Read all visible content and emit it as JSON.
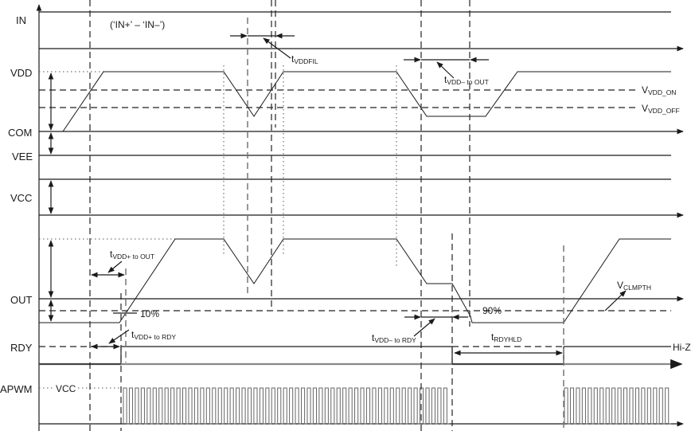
{
  "diagram": {
    "title": "Power supply / output timing diagram",
    "signal_labels": {
      "in": "IN",
      "vdd": "VDD",
      "com": "COM",
      "vee": "VEE",
      "vcc": "VCC",
      "out": "OUT",
      "rdy": "RDY",
      "apwm": "APWM"
    },
    "annotations": {
      "in_note": "(‘IN+’ – ‘IN–’)",
      "t_vddfil": {
        "main": "t",
        "sub": "VDDFIL"
      },
      "t_vdd_minus_to_out": {
        "main": "t",
        "sub": "VDD– to OUT"
      },
      "v_vdd_on": {
        "main": "V",
        "sub": "VDD_ON"
      },
      "v_vdd_off": {
        "main": "V",
        "sub": "VDD_OFF"
      },
      "t_vdd_plus_to_out": {
        "main": "t",
        "sub": "VDD+ to OUT"
      },
      "pct_10": "10%",
      "t_vdd_plus_to_rdy": {
        "main": "t",
        "sub": "VDD+ to RDY"
      },
      "t_vdd_minus_to_rdy": {
        "main": "t",
        "sub": "VDD– to RDY"
      },
      "pct_90": "90%",
      "t_rdyhld": {
        "main": "t",
        "sub": "RDYHLD"
      },
      "v_clmpth": {
        "main": "V",
        "sub": "CLMPTH"
      },
      "hi_z": "Hi-Z",
      "apwm_vcc": "VCC"
    },
    "colors": {
      "line": "#1a1a1a",
      "pwm": "#666666",
      "background": "#ffffff"
    }
  }
}
